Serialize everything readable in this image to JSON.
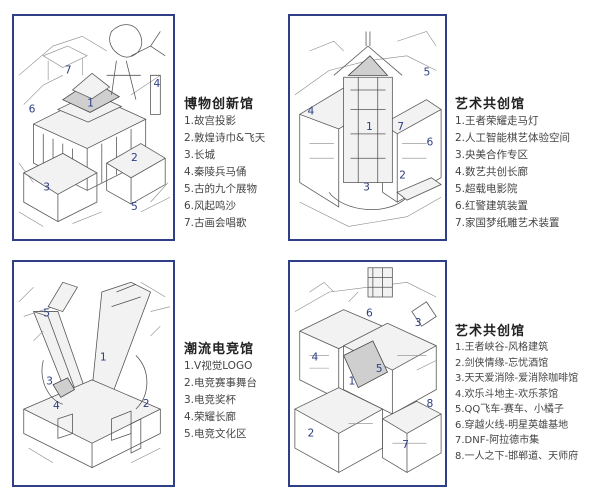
{
  "panels": [
    {
      "title": "博物创新馆",
      "markers": [
        "1",
        "2",
        "3",
        "4",
        "5",
        "6",
        "7"
      ],
      "items": [
        "1.故宫投影",
        "2.敦煌诗巾&飞天",
        "3.长城",
        "4.秦陵兵马俑",
        "5.古的九个展物",
        "6.风起鸣沙",
        "7.古画会唱歌"
      ]
    },
    {
      "title": "艺术共创馆",
      "markers": [
        "1",
        "2",
        "3",
        "4",
        "5",
        "6",
        "7"
      ],
      "items": [
        "1.王者荣耀走马灯",
        "2.人工智能棋艺体验空间",
        "3.央美合作专区",
        "4.数艺共创长廊",
        "5.超载电影院",
        "6.红警建筑装置",
        "7.家国梦纸雕艺术装置"
      ]
    },
    {
      "title": "潮流电竞馆",
      "markers": [
        "1",
        "2",
        "3",
        "4",
        "5"
      ],
      "items": [
        "1.V视觉LOGO",
        "2.电竞赛事舞台",
        "3.电竞奖杯",
        "4.荣耀长廊",
        "5.电竞文化区"
      ]
    },
    {
      "title": "艺术共创馆",
      "markers": [
        "1",
        "2",
        "3",
        "4",
        "5",
        "6",
        "7",
        "8"
      ],
      "items": [
        "1.王者峡谷-风格建筑",
        "2.剑侠情缘-忘忧酒馆",
        "3.天天爱消除-爱消除咖啡馆",
        "4.欢乐斗地主-欢乐茶馆",
        "5.QQ飞车-赛车、小橘子",
        "6.穿越火线-明星英雄基地",
        "7.DNF-阿拉德市集",
        "8.一人之下-邯郸道、天师府"
      ]
    }
  ]
}
